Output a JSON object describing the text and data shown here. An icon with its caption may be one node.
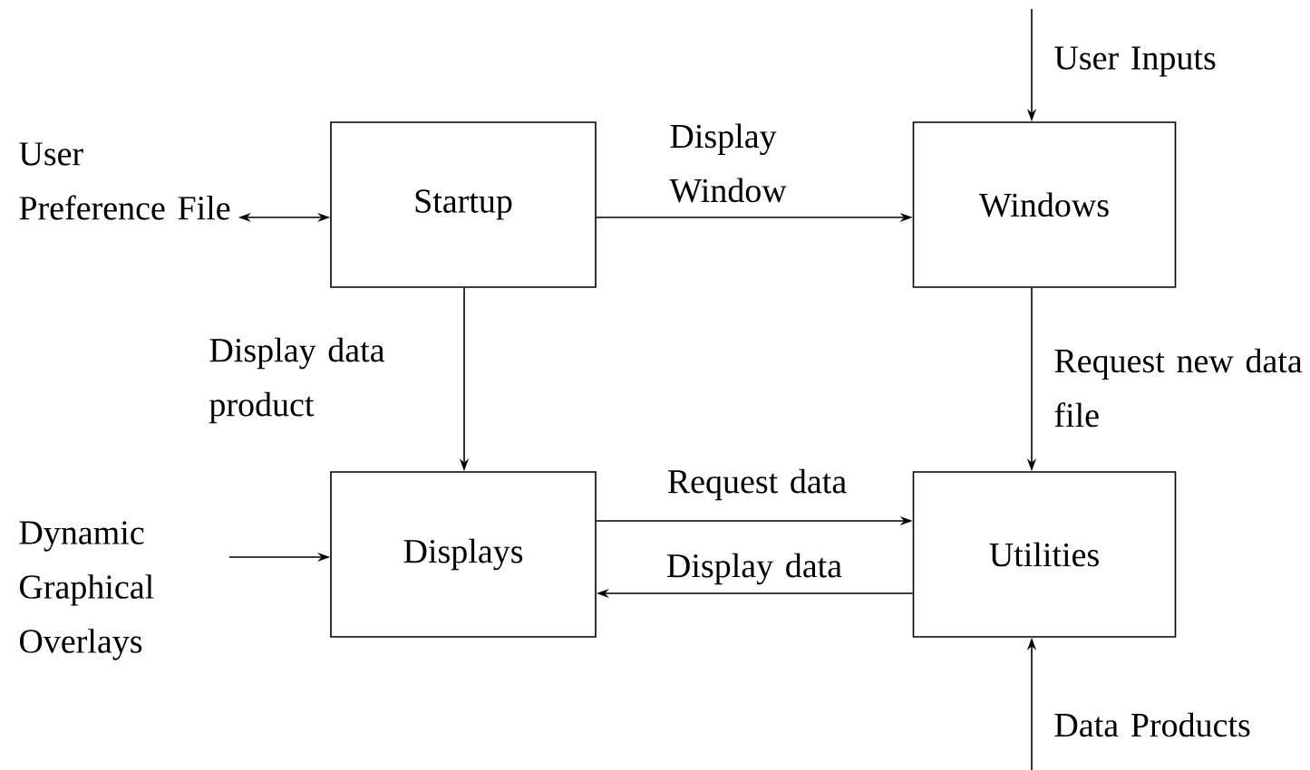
{
  "diagram": {
    "nodes": [
      {
        "text": [
          "User Preference File"
        ]
      },
      {
        "text": [
          "Startup"
        ]
      },
      {
        "text": [
          "Windows"
        ]
      },
      {
        "text": [
          "Displays"
        ]
      },
      {
        "text": [
          "Utilities"
        ]
      },
      {
        "text": [
          "Dynamic Graphical Overlays"
        ]
      }
    ],
    "edges": [
      {
        "from": 0,
        "to": 1,
        "arrow": "both"
      },
      {
        "from": 1,
        "to": 2,
        "arrow": "to",
        "label": "Display Window"
      },
      {
        "from": null,
        "to": 2,
        "arrow": "to",
        "label": "User Inputs"
      },
      {
        "from": 1,
        "to": 3,
        "arrow": "to",
        "label": "Display data product"
      },
      {
        "from": 2,
        "to": 4,
        "arrow": "to",
        "label": "Request new data file"
      },
      {
        "from": 3,
        "to": 4,
        "arrow": "to",
        "label": "Request data"
      },
      {
        "from": 4,
        "to": 3,
        "arrow": "to",
        "label": "Display data"
      },
      {
        "from": 5,
        "to": 3,
        "arrow": "to"
      },
      {
        "from": null,
        "to": 4,
        "arrow": "to",
        "label": "Data Products"
      }
    ]
  }
}
